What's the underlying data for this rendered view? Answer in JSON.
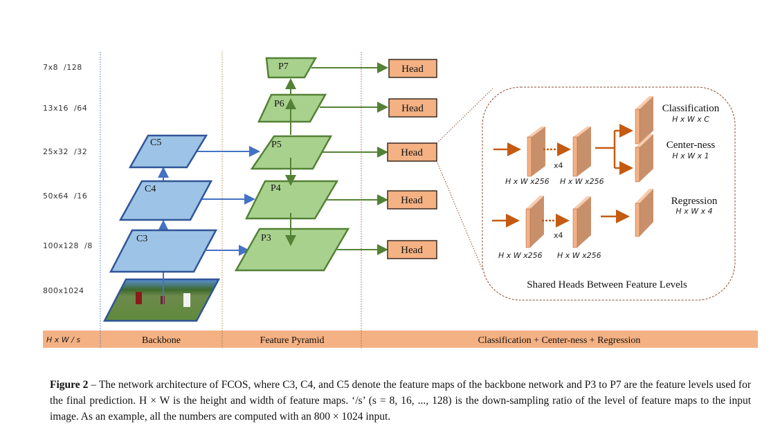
{
  "levels": [
    {
      "size": "7x8",
      "stride": "/128"
    },
    {
      "size": "13x16",
      "stride": "/64"
    },
    {
      "size": "25x32",
      "stride": "/32"
    },
    {
      "size": "50x64",
      "stride": "/16"
    },
    {
      "size": "100x128",
      "stride": "/8"
    },
    {
      "size": "800x1024",
      "stride": ""
    }
  ],
  "backbone": {
    "c5": "C5",
    "c4": "C4",
    "c3": "C3"
  },
  "pyramid": {
    "p7": "P7",
    "p6": "P6",
    "p5": "P5",
    "p4": "P4",
    "p3": "P3"
  },
  "heads": [
    "Head",
    "Head",
    "Head",
    "Head",
    "Head"
  ],
  "detail": {
    "classification": "Classification",
    "classification_dim": "H x W x C",
    "centerness": "Center-ness",
    "centerness_dim": "H x W x 1",
    "regression": "Regression",
    "regression_dim": "H x W x 4",
    "repeat": "x4",
    "feat_dim": "H x W x256",
    "title": "Shared Heads Between Feature Levels"
  },
  "bottom_bar": {
    "col1": "H x W  / s",
    "col2": "Backbone",
    "col3": "Feature Pyramid",
    "col4": "Classification + Center-ness + Regression"
  },
  "colors": {
    "backbone_fill": "#9dc3e6",
    "backbone_stroke": "#2f5597",
    "pyramid_fill": "#a9d18e",
    "pyramid_stroke": "#538135",
    "head_fill": "#f4b183",
    "bar_fill": "#f4b183",
    "arrow_orange": "#c55a11",
    "arrow_blue": "#4472c4"
  },
  "caption": {
    "label": "Figure 2",
    "text": " – The network architecture of FCOS, where C3, C4, and C5 denote the feature maps of the backbone network and P3 to P7 are the feature levels used for the final prediction. H × W is the height and width of feature maps. ‘/s’ (s = 8, 16, ..., 128) is the down-sampling ratio of the level of feature maps to the input image. As an example, all the numbers are computed with an 800 × 1024 input."
  }
}
